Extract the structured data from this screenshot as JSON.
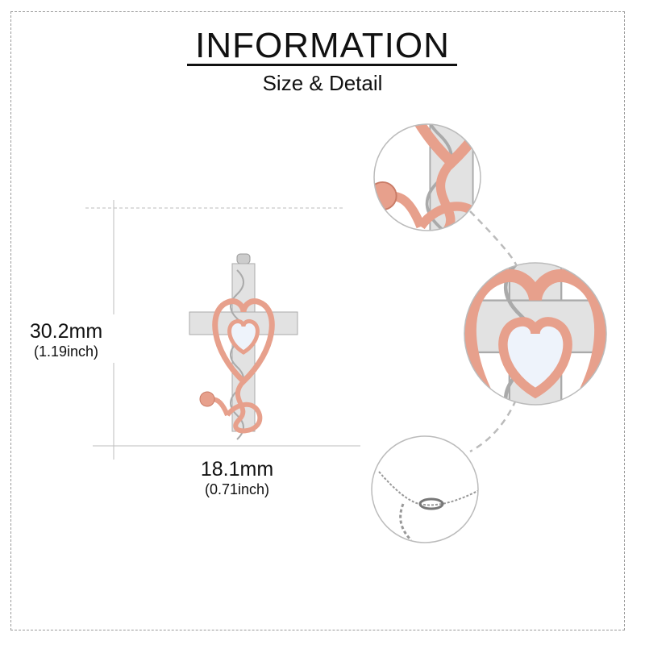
{
  "header": {
    "title": "INFORMATION",
    "subtitle": "Size & Detail"
  },
  "dimensions": {
    "height": {
      "mm": "30.2mm",
      "inch": "(1.19inch)"
    },
    "width": {
      "mm": "18.1mm",
      "inch": "(0.71inch)"
    }
  },
  "colors": {
    "rose_gold": "#e7a08c",
    "silver": "#d9d9d9",
    "guide_line": "#bdbdbd"
  },
  "detail_views": [
    "stethoscope-end-detail",
    "heart-stone-detail",
    "chain-clasp-detail"
  ]
}
